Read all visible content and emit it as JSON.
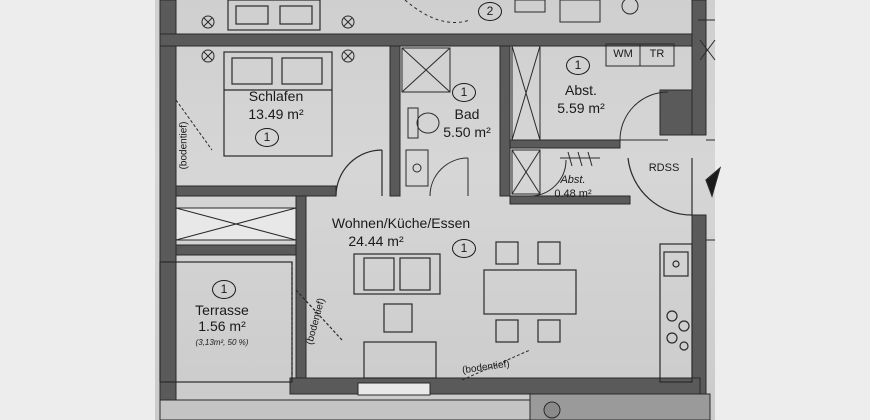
{
  "rooms": {
    "schlafen": {
      "name": "Schlafen",
      "area": "13.49 m²",
      "badge": "1"
    },
    "bad": {
      "name": "Bad",
      "area": "5.50 m²",
      "badge": "1"
    },
    "abst_large": {
      "name": "Abst.",
      "area": "5.59 m²",
      "badge": "1"
    },
    "abst_small": {
      "name": "Abst.",
      "area": "0.48 m²"
    },
    "wohnen": {
      "name": "Wohnen/Küche/Essen",
      "area": "24.44 m²",
      "badge": "1"
    },
    "terrasse": {
      "name": "Terrasse",
      "area": "1.56 m²",
      "note": "(3,13m², 50 %)",
      "badge": "1"
    },
    "top_badge": {
      "badge": "2"
    }
  },
  "fixtures": {
    "wm": "WM",
    "tr": "TR",
    "rdss": "RDSS"
  },
  "annotations": {
    "bodentief_1": "(bodentief)",
    "bodentief_2": "(bodentief)",
    "bodentief_3": "(bodentief)"
  },
  "colors": {
    "background": "#ededed",
    "paper": "#d2d2d2",
    "wall": "#4a4a4a",
    "ink": "#1a1a1a"
  }
}
